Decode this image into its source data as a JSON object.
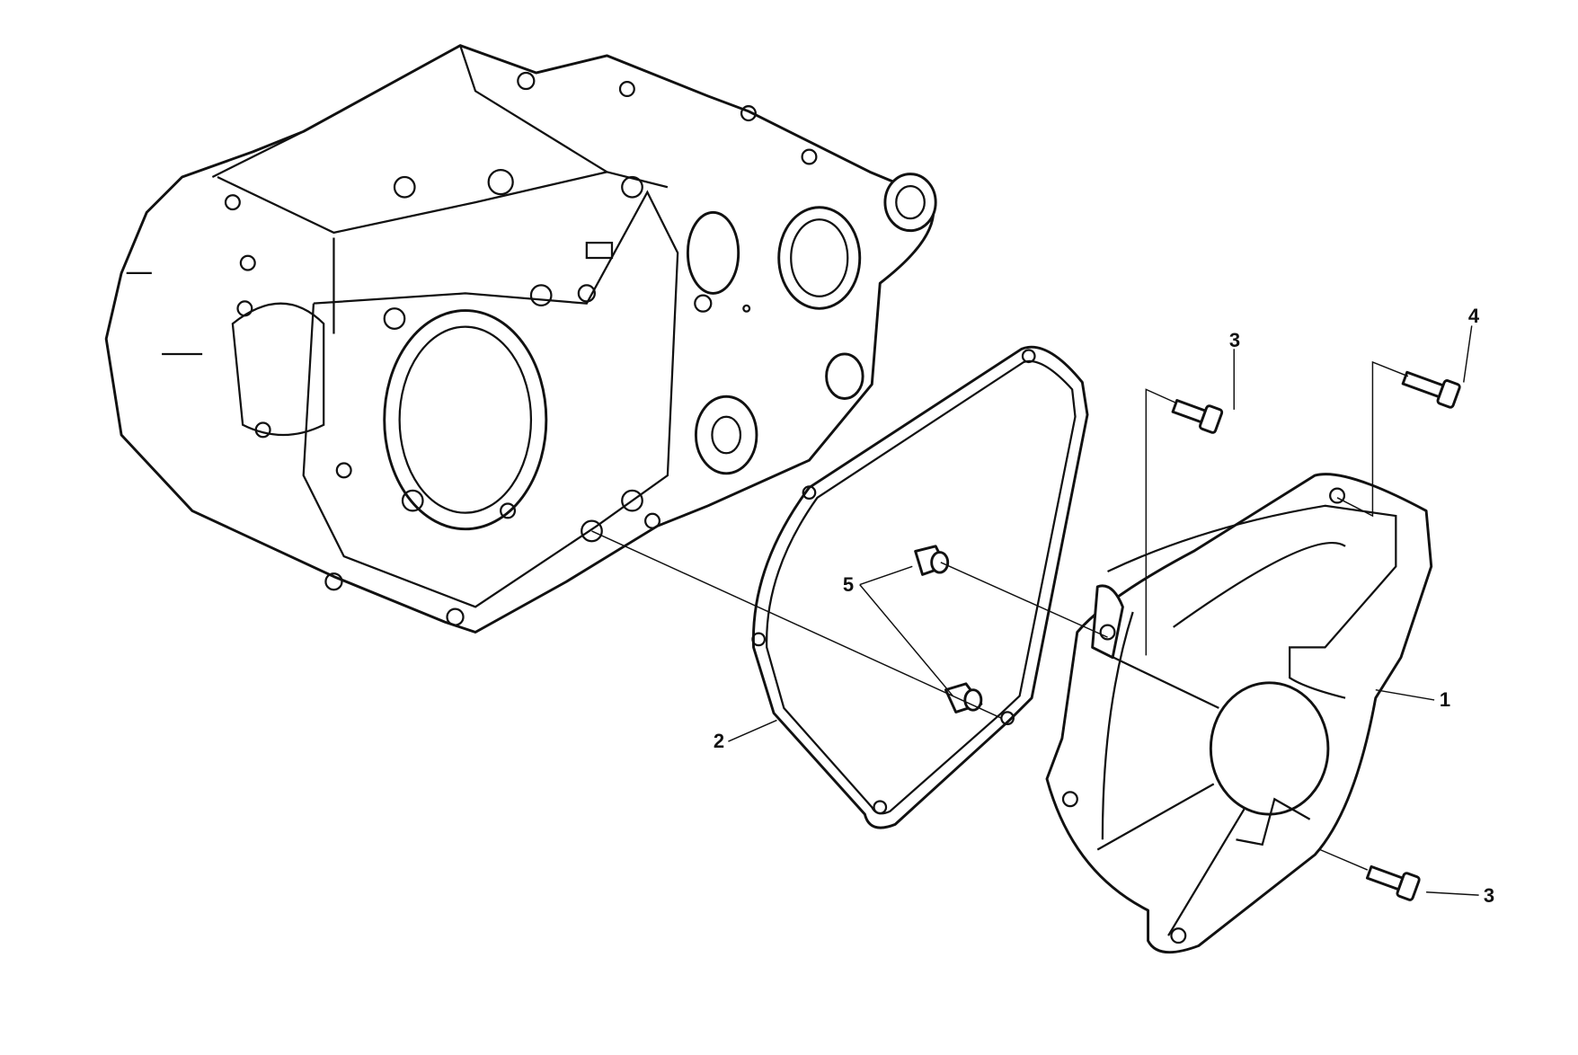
{
  "callouts": {
    "cover": "1",
    "gasket": "2",
    "bolt_top": "3",
    "bolt_bottom": "3",
    "bolt_long": "4",
    "dowel_pins": "5"
  },
  "colors": {
    "line": "#111111",
    "background": "#ffffff"
  }
}
